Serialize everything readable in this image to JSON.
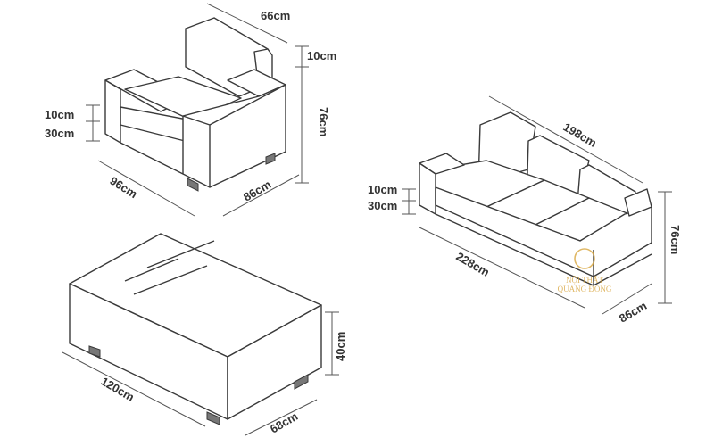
{
  "armchair": {
    "depth_top": "66cm",
    "back_over_arm": "10cm",
    "height": "76cm",
    "arm_height": "10cm",
    "seat_height": "30cm",
    "width": "96cm",
    "depth": "86cm"
  },
  "sofa": {
    "width_top": "198cm",
    "arm_height": "10cm",
    "seat_height": "30cm",
    "height": "76cm",
    "width": "228cm",
    "depth": "86cm"
  },
  "table": {
    "height": "40cm",
    "length": "120cm",
    "width": "68cm"
  },
  "watermark": {
    "line1": "NỘI THẤT",
    "line2": "QUANG ĐÔNG",
    "color": "#d8a640"
  }
}
